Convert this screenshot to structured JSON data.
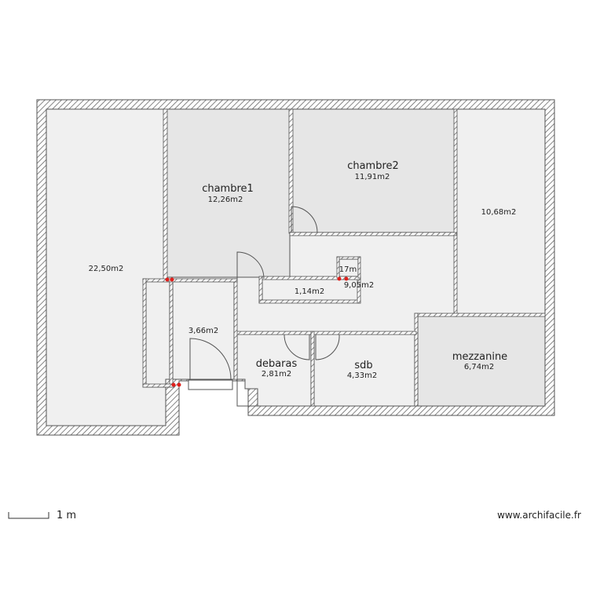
{
  "rooms": {
    "living": {
      "area": "22,50m2"
    },
    "chambre1": {
      "name": "chambre1",
      "area": "12,26m2"
    },
    "chambre2": {
      "name": "chambre2",
      "area": "11,91m2"
    },
    "east_room": {
      "area": "10,68m2"
    },
    "hall": {
      "area": "3,66m2"
    },
    "corridor": {
      "area": "9,05m2"
    },
    "closet_small": {
      "area": "1,14m2"
    },
    "shaft": {
      "area": "17m"
    },
    "debaras": {
      "name": "debaras",
      "area": "2,81m2"
    },
    "sdb": {
      "name": "sdb",
      "area": "4,33m2"
    },
    "mezzanine": {
      "name": "mezzanine",
      "area": "6,74m2"
    }
  },
  "scale": {
    "label": "1 m"
  },
  "watermark": "www.archifacile.fr",
  "colors": {
    "wall_stroke": "#555555",
    "room_light": "#f0f0f0",
    "room_dark": "#e6e6e6",
    "marker": "#e0201c"
  }
}
